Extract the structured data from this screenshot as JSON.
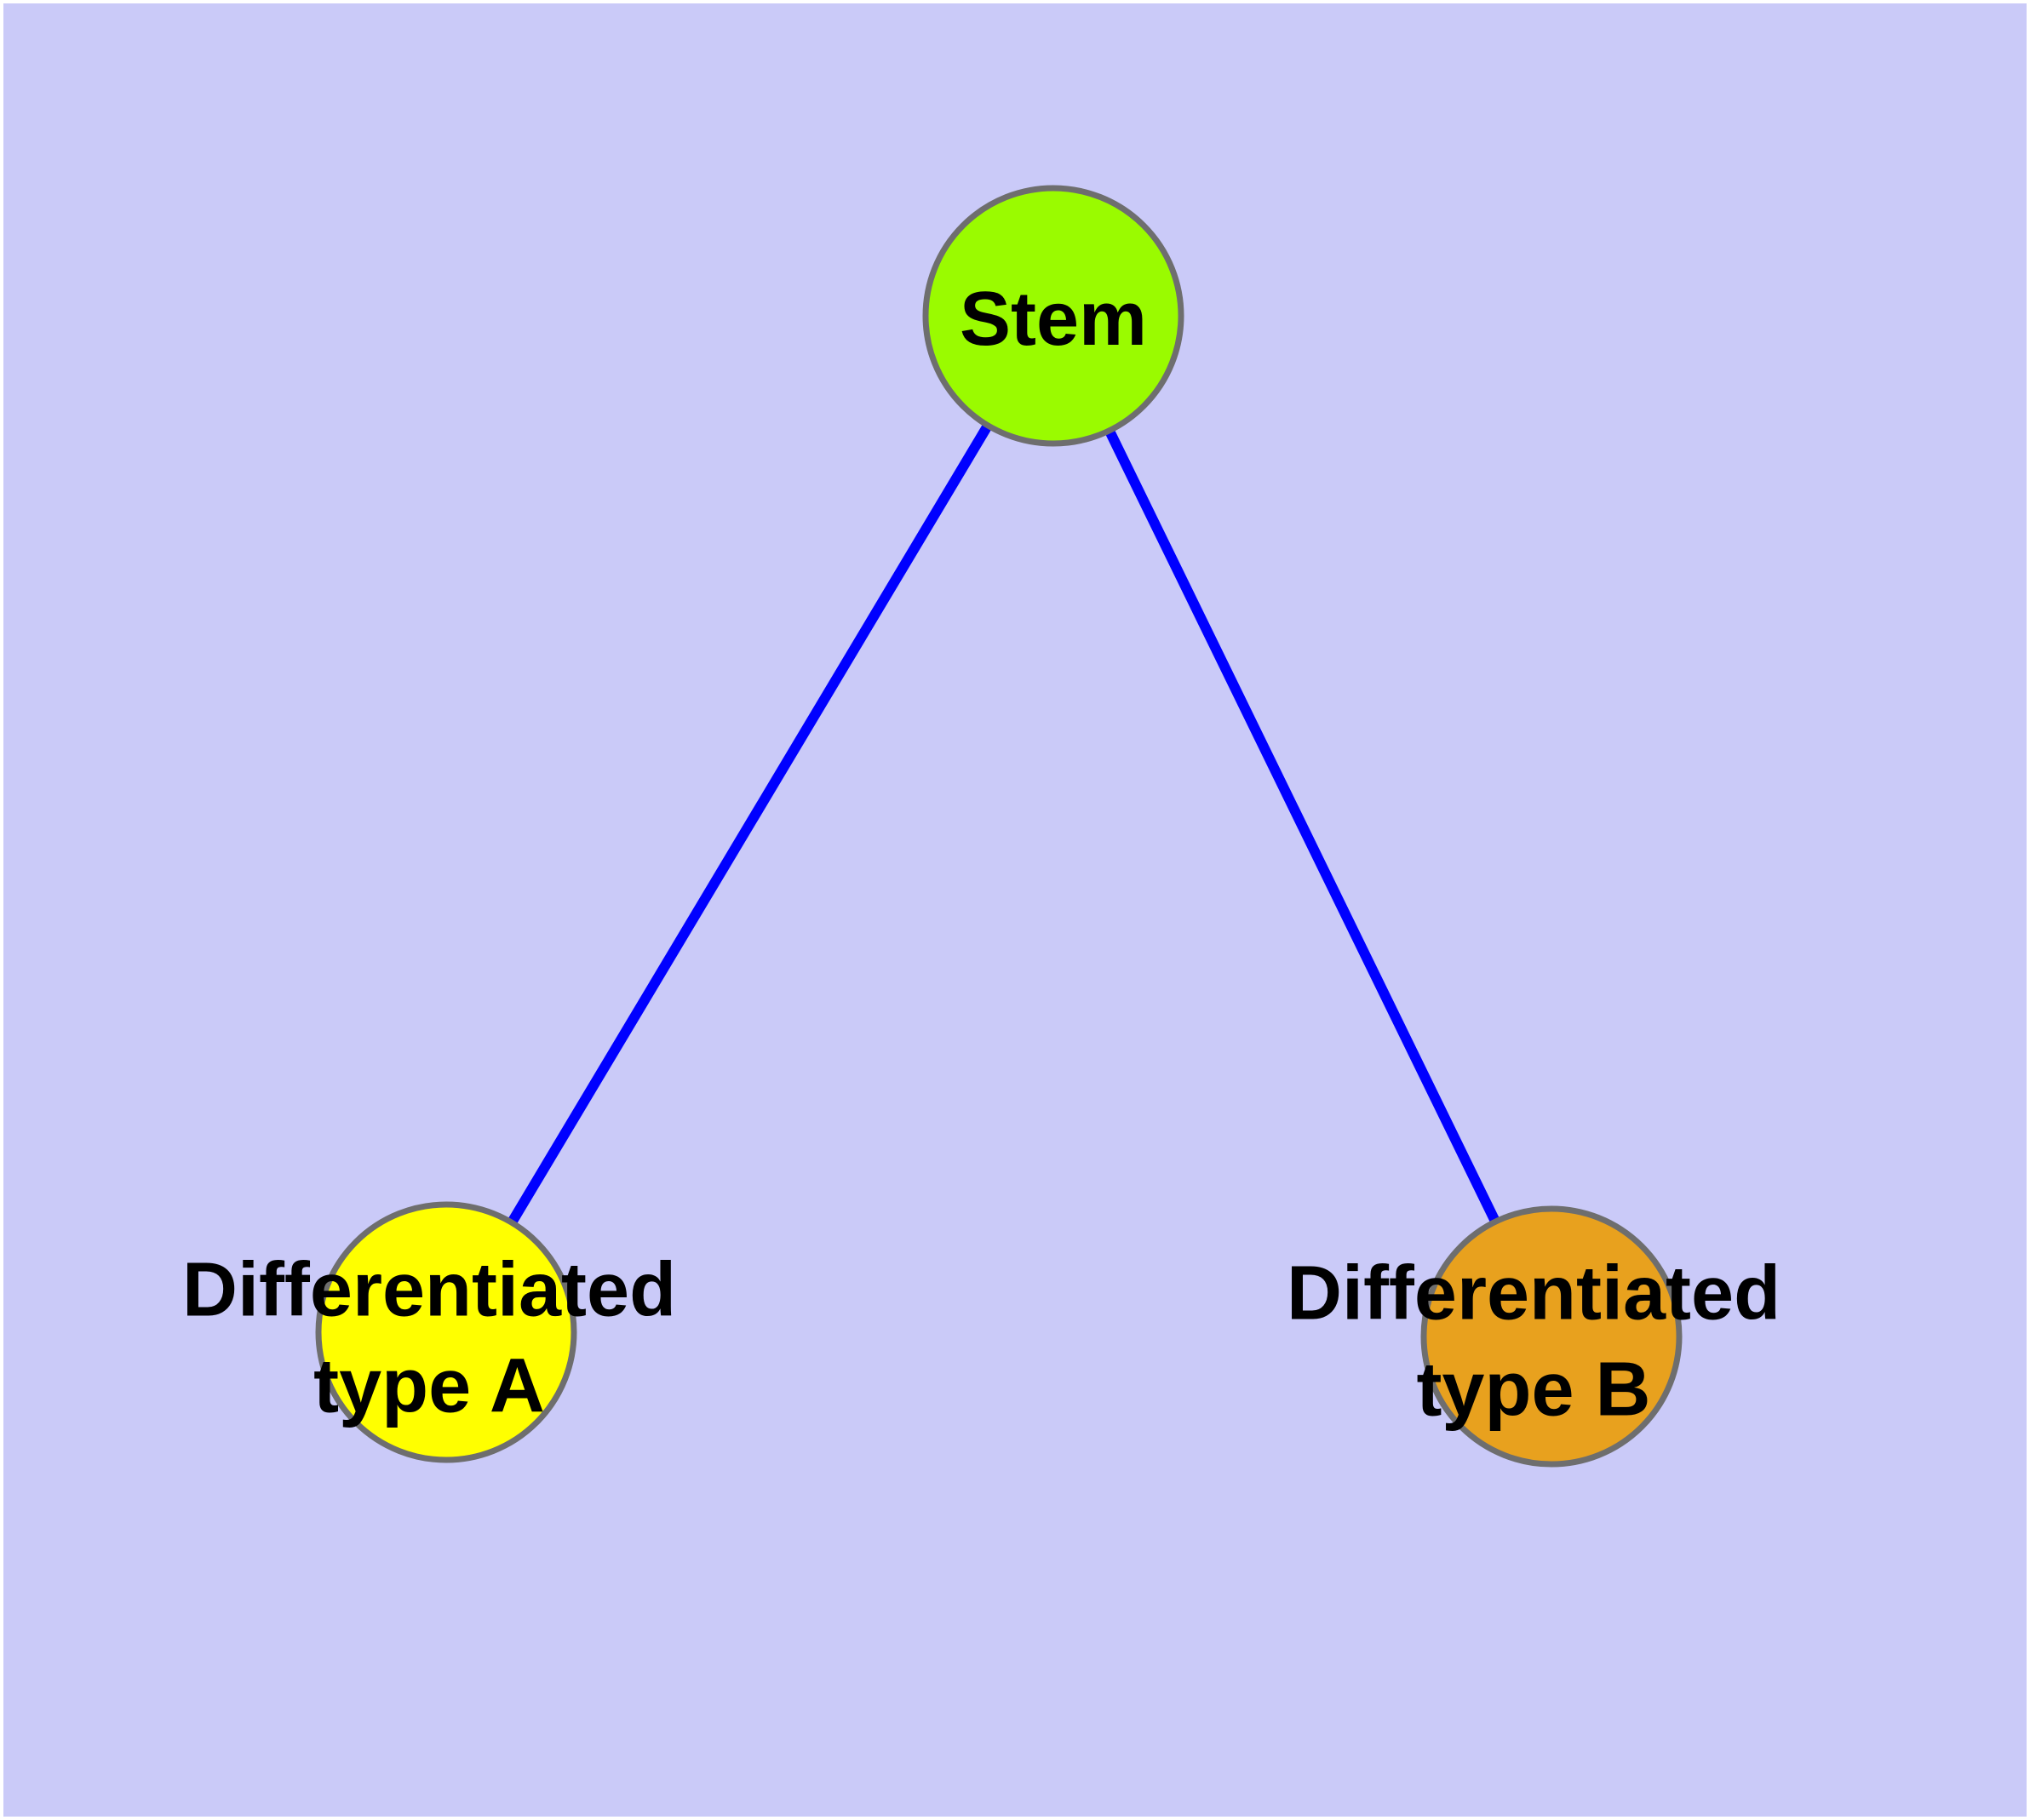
{
  "diagram": {
    "type": "node-link-graph",
    "title": "",
    "colors": {
      "background": "#CACAF8",
      "frame": "#FFFFFF",
      "edge": "#0000FF",
      "node_border": "#6E6E6E",
      "label_text": "#000000"
    },
    "nodes": [
      {
        "id": "stem",
        "label": "Stem",
        "fill": "#9AFB00"
      },
      {
        "id": "typeA",
        "label": "Differentiated\ntype A",
        "fill": "#FFFF00"
      },
      {
        "id": "typeB",
        "label": "Differentiated\ntype B",
        "fill": "#E8A11E"
      }
    ],
    "edges": [
      {
        "from": "stem",
        "to": "typeA"
      },
      {
        "from": "stem",
        "to": "typeB"
      }
    ]
  }
}
